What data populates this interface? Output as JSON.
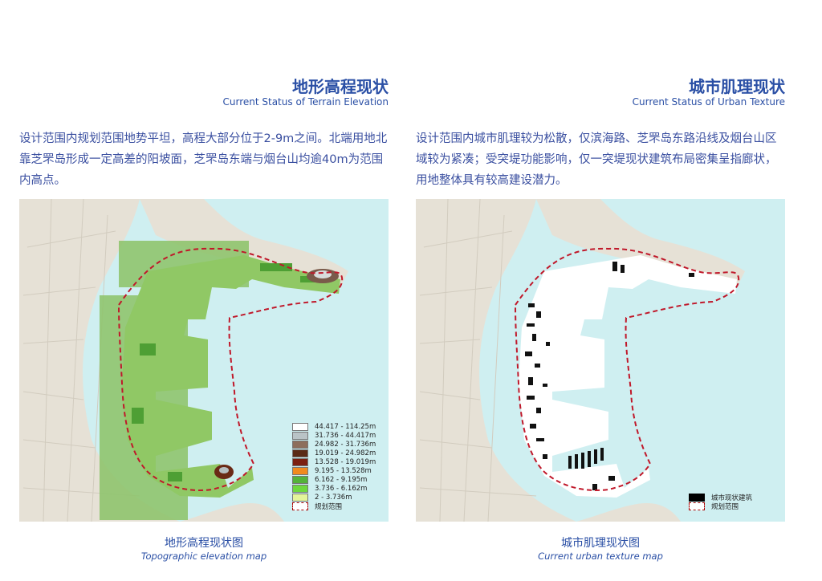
{
  "left": {
    "title": "地形高程现状",
    "subtitle": "Current Status of Terrain Elevation",
    "paragraph": "设计范围内规划范围地势平坦，高程大部分位于2-9m之间。北端用地北靠芝罘岛形成一定高差的阳坡面，芝罘岛东端与烟台山均逾40m为范围内高点。",
    "caption_zh": "地形高程现状图",
    "caption_en": "Topographic elevation map",
    "legend": [
      {
        "label": "44.417 - 114.25m",
        "color": "#ffffff"
      },
      {
        "label": "31.736 - 44.417m",
        "color": "#b9c3c6"
      },
      {
        "label": "24.982 - 31.736m",
        "color": "#8d6e5c"
      },
      {
        "label": "19.019 - 24.982m",
        "color": "#5a2a16"
      },
      {
        "label": "13.528 - 19.019m",
        "color": "#7b1f10"
      },
      {
        "label": "9.195 - 13.528m",
        "color": "#f08a1e"
      },
      {
        "label": "6.162 - 9.195m",
        "color": "#54b23a"
      },
      {
        "label": "3.736 - 6.162m",
        "color": "#6ed83e"
      },
      {
        "label": "2 - 3.736m",
        "color": "#e4f59a"
      },
      {
        "label": "规划范围",
        "color": "#ffffff"
      }
    ]
  },
  "right": {
    "title": "城市肌理现状",
    "subtitle": "Current Status of Urban Texture",
    "paragraph": "设计范围内城市肌理较为松散，仅滨海路、芝罘岛东路沿线及烟台山区域较为紧凑；受突堤功能影响，仅一突堤现状建筑布局密集呈指廊状，用地整体具有较高建设潜力。",
    "caption_zh": "城市肌理现状图",
    "caption_en": "Current urban texture map",
    "legend": [
      {
        "label": "城市现状建筑",
        "color": "#000000"
      },
      {
        "label": "规划范围",
        "color": "#ffffff"
      }
    ]
  },
  "colors": {
    "accent": "#2a4fa5",
    "water": "#cfeff1",
    "boundary": "#c0182a"
  }
}
